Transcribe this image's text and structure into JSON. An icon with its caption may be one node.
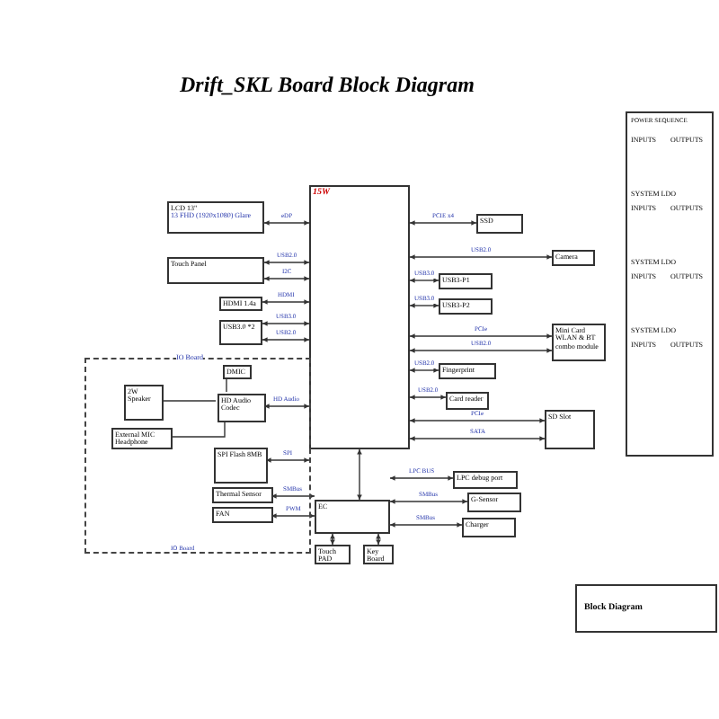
{
  "diagram": {
    "title": "Drift_SKL Board Block Diagram",
    "nodes": [
      {
        "text": [
          "15W"
        ]
      },
      {
        "text": [
          "LCD 13\"",
          "13 FHD (1920x1080) Glare"
        ]
      },
      {
        "text": [
          "Touch Panel"
        ]
      },
      {
        "text": [
          "HDMI 1.4a"
        ]
      },
      {
        "text": [
          "USB3.0 *2"
        ]
      },
      {
        "text": [
          "SSD"
        ]
      },
      {
        "text": [
          "Camera"
        ]
      },
      {
        "text": [
          "USB3-P1"
        ]
      },
      {
        "text": [
          "USB3-P2"
        ]
      },
      {
        "text": [
          "Mini Card WLAN & BT combo module"
        ]
      },
      {
        "text": [
          "Fingerprint"
        ]
      },
      {
        "text": [
          "Card reader"
        ]
      },
      {
        "text": [
          "SD Slot"
        ]
      },
      {
        "text": [
          "LPC debug port"
        ]
      },
      {
        "text": [
          "EC"
        ]
      },
      {
        "text": [
          "G-Sensor"
        ]
      },
      {
        "text": [
          "Charger"
        ]
      },
      {
        "text": [
          "Touch PAD"
        ]
      },
      {
        "text": [
          "Key Board"
        ]
      },
      {
        "text": [
          "IO Board"
        ]
      },
      {
        "text": [
          "DMIC"
        ],
        "in": 19
      },
      {
        "text": [
          "HD Audio Codec"
        ],
        "in": 19
      },
      {
        "text": [
          "2W Speaker"
        ],
        "in": 19
      },
      {
        "text": [
          "External MIC Headphone"
        ],
        "in": 19
      },
      {
        "text": [
          "SPI Flash 8MB"
        ],
        "in": 19
      },
      {
        "text": [
          "Thermal Sensor"
        ],
        "in": 19
      },
      {
        "text": [
          "FAN"
        ],
        "in": 19
      }
    ],
    "edges": [
      {
        "from": 0,
        "to": 1,
        "arrow": "both",
        "label": "eDP"
      },
      {
        "from": 0,
        "to": 2,
        "arrow": "both",
        "label": "USB2.0"
      },
      {
        "from": 0,
        "to": 2,
        "arrow": "both",
        "label": "I2C"
      },
      {
        "from": 0,
        "to": 3,
        "arrow": "both",
        "label": "HDMI"
      },
      {
        "from": 0,
        "to": 4,
        "arrow": "both",
        "label": "USB3.0"
      },
      {
        "from": 0,
        "to": 4,
        "arrow": "both",
        "label": "USB2.0"
      },
      {
        "from": 0,
        "to": 5,
        "arrow": "both",
        "label": "PCIE x4"
      },
      {
        "from": 0,
        "to": 6,
        "arrow": "both",
        "label": "USB2.0"
      },
      {
        "from": 0,
        "to": 7,
        "arrow": "both",
        "label": "USB3.0"
      },
      {
        "from": 0,
        "to": 8,
        "arrow": "both",
        "label": "USB3.0"
      },
      {
        "from": 0,
        "to": 9,
        "arrow": "both",
        "label": "PCIe"
      },
      {
        "from": 0,
        "to": 9,
        "arrow": "both",
        "label": "USB2.0"
      },
      {
        "from": 0,
        "to": 10,
        "arrow": "both",
        "label": "USB2.0"
      },
      {
        "from": 0,
        "to": 11,
        "arrow": "both",
        "label": "USB2.0"
      },
      {
        "from": 0,
        "to": 12,
        "arrow": "both",
        "label": "PCIe"
      },
      {
        "from": 0,
        "to": 12,
        "arrow": "both",
        "label": "SATA"
      },
      {
        "from": 0,
        "to": 21,
        "arrow": "both",
        "label": "HD Audio"
      },
      {
        "from": 0,
        "to": 24,
        "arrow": "both",
        "label": "SPI"
      },
      {
        "from": 0,
        "to": 14,
        "arrow": "both"
      },
      {
        "from": 14,
        "to": 13,
        "arrow": "both",
        "label": "LPC BUS"
      },
      {
        "from": 14,
        "to": 15,
        "arrow": "both",
        "label": "SMBus"
      },
      {
        "from": 14,
        "to": 16,
        "arrow": "both",
        "label": "SMBus"
      },
      {
        "from": 14,
        "to": 17,
        "arrow": "both"
      },
      {
        "from": 14,
        "to": 18,
        "arrow": "both"
      },
      {
        "from": 14,
        "to": 25,
        "arrow": "both",
        "label": "SMBus"
      },
      {
        "from": 14,
        "to": 26,
        "arrow": "both",
        "label": "PWM"
      },
      {
        "from": 21,
        "to": 20,
        "arrow": "none"
      },
      {
        "from": 21,
        "to": 22,
        "arrow": "none"
      },
      {
        "from": 21,
        "to": 23,
        "arrow": "none"
      }
    ],
    "labels": [
      "IO Board",
      "POWER SEQUENCE",
      "INPUTS",
      "OUTPUTS",
      "SYSTEM LDO",
      "INPUTS",
      "OUTPUTS",
      "SYSTEM LDO",
      "INPUTS",
      "OUTPUTS",
      "SYSTEM LDO",
      "INPUTS",
      "OUTPUTS",
      "Block Diagram"
    ]
  }
}
